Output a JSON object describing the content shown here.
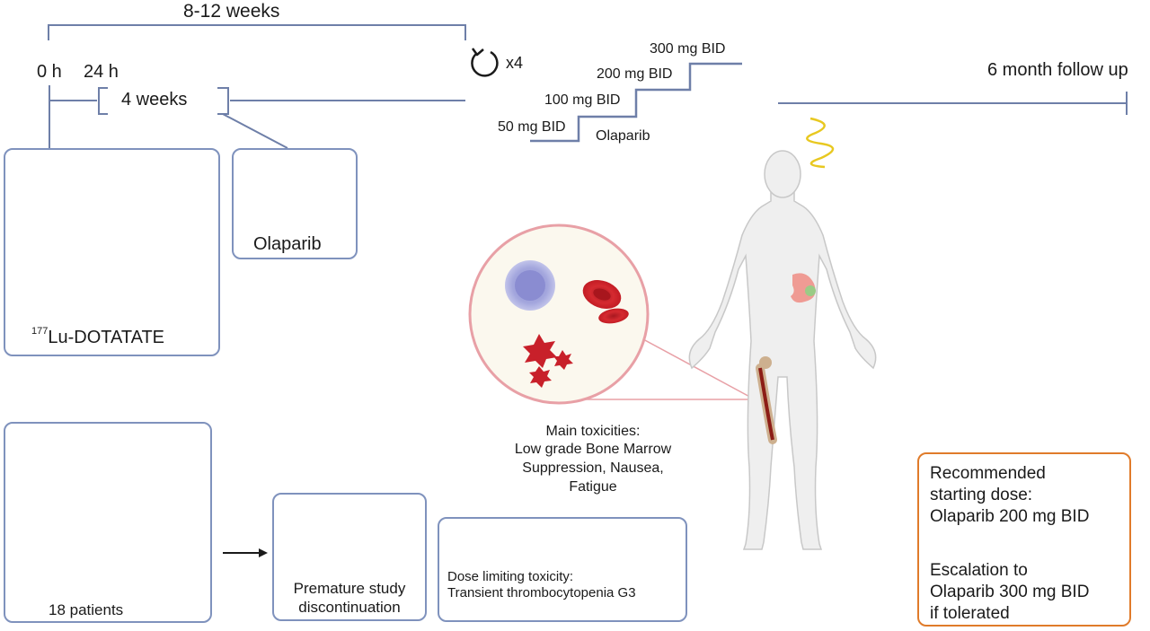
{
  "timeline": {
    "span_label": "8-12 weeks",
    "repeat_label": "x4",
    "time0_label": "0 h",
    "time24_label": "24 h",
    "interval_label": "4 weeks",
    "followup_label": "6 month follow up"
  },
  "dose_escalation": {
    "steps": [
      "50 mg BID",
      "100 mg BID",
      "200 mg BID",
      "300 mg BID"
    ],
    "drug_label": "Olaparib"
  },
  "infusion_box": {
    "isotope_mass": "177",
    "agent_label": "Lu-DOTATATE"
  },
  "oral_box": {
    "drug_label": "Olaparib"
  },
  "toxicities": {
    "lines": [
      "Main toxicities:",
      "Low grade Bone Marrow",
      "Suppression, Nausea,",
      "Fatigue"
    ]
  },
  "patients": {
    "label": "18 patients"
  },
  "discontinuation": {
    "lines": [
      "Premature study",
      "discontinuation"
    ]
  },
  "dlt": {
    "lines": [
      "Dose limiting toxicity:",
      "Transient thrombocytopenia G3"
    ]
  },
  "recommendation": {
    "dose_lines": [
      "Recommended",
      "starting dose:",
      "Olaparib 200 mg BID"
    ],
    "escalation_lines": [
      "Escalation to",
      "Olaparib 300 mg BID",
      "if tolerated"
    ]
  },
  "colors": {
    "line": "#6e7fa8",
    "box_border": "#7f92bd",
    "patient_green": "#7cc4a4",
    "patient_grey": "#b7b7b7",
    "patient_red": "#b64f66",
    "cell_red": "#c8202a",
    "recommend_border": "#e07b2a"
  }
}
